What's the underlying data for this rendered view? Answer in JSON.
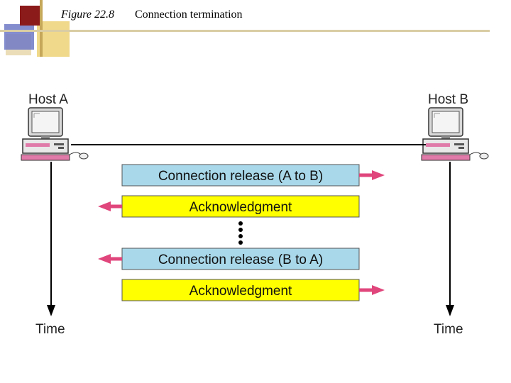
{
  "figure": {
    "number": "Figure 22.8",
    "title": "Connection termination"
  },
  "hosts": {
    "a": "Host A",
    "b": "Host B"
  },
  "time_labels": {
    "left": "Time",
    "right": "Time"
  },
  "messages": [
    {
      "text": "Connection release (A to B)",
      "direction": "A-to-B",
      "color": "#a8d8ea"
    },
    {
      "text": "Acknowledgment",
      "direction": "B-to-A",
      "color": "#ffff00"
    },
    {
      "text": "Connection release (B to A)",
      "direction": "B-to-A",
      "color": "#a8d8ea"
    },
    {
      "text": "Acknowledgment",
      "direction": "A-to-B",
      "color": "#ffff00"
    }
  ],
  "colors": {
    "arrow": "#e0457b",
    "line": "#000000"
  }
}
